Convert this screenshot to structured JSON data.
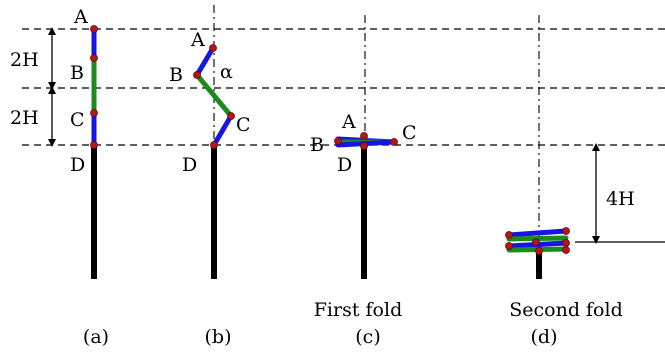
{
  "reference_lines": {
    "dimension_H1": "2H",
    "dimension_H2": "2H",
    "drop_distance": "4H"
  },
  "joints": {
    "A": "A",
    "B": "B",
    "C": "C",
    "D": "D"
  },
  "angle_label": "α",
  "panels": [
    {
      "id": "a",
      "letter": "(a)",
      "title": ""
    },
    {
      "id": "b",
      "letter": "(b)",
      "title": ""
    },
    {
      "id": "c",
      "letter": "(c)",
      "title": "First fold"
    },
    {
      "id": "d",
      "letter": "(d)",
      "title": "Second fold"
    }
  ],
  "colors": {
    "upper_link": "#1515e6",
    "middle_link": "#1b8c1b",
    "joint": "#b5161b",
    "pole": "#000000"
  }
}
